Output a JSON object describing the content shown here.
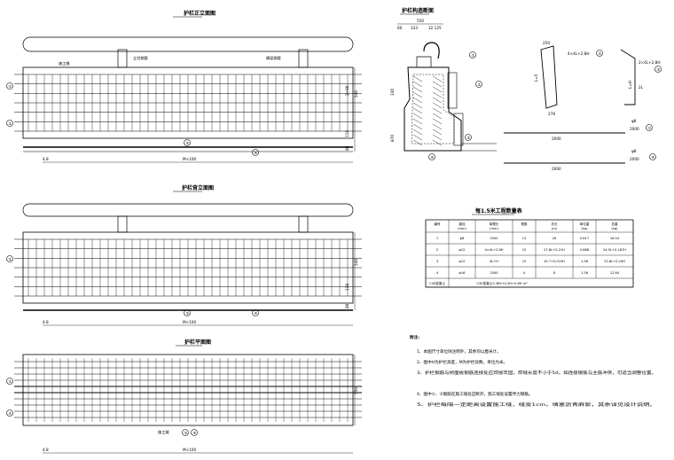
{
  "views": {
    "front_elevation": {
      "title": "护栏正立面图",
      "labels": {
        "post": "立柱钢管",
        "rail": "横梁钢管",
        "seg": "施工缝"
      },
      "circles": [
        "①",
        "②",
        "③",
        "④"
      ],
      "dims": {
        "h1": "2×90",
        "h2": "540",
        "h3": "118",
        "h4": "80",
        "left": "4.8",
        "bottom": "M×100"
      }
    },
    "side_elevation": {
      "title": "护栏背立面图",
      "circles": [
        "②",
        "③",
        "④"
      ],
      "dims": {
        "h2": "540",
        "h3": "118",
        "h4": "80",
        "left": "4.8",
        "bottom": "M×100"
      }
    },
    "plan": {
      "title": "护栏平面图",
      "circles": [
        "①",
        "②",
        "③",
        "④"
      ],
      "labels": {
        "seg": "施工缝"
      },
      "dims": {
        "h": "550",
        "left": "4.8",
        "bottom": "M×100"
      }
    },
    "section": {
      "title": "护栏构造断面",
      "dims": {
        "top": "550",
        "a": "60",
        "b": "333",
        "c": "32 125",
        "h1": "330",
        "h2": "870"
      },
      "circles": [
        "①",
        "②",
        "③",
        "④"
      ]
    },
    "rebar_details": {
      "shape1": {
        "top": "250",
        "label": "4×4L+2.8H",
        "side": "L=5",
        "bottom": "278"
      },
      "shape2": {
        "label": "2×4L+2.8H",
        "side": "L=H",
        "right": "2L"
      },
      "bar_long1": {
        "length": "2000",
        "tag": "φ8",
        "len2": "2000"
      },
      "bar_long2": {
        "length": "2000",
        "tag": "φ8",
        "len2": "2000"
      }
    }
  },
  "table": {
    "title": "每1.5米工程数量表",
    "headers": [
      "编号",
      "直径\n(mm)",
      "单根长\n(mm)",
      "根数",
      "总长\n(m)",
      "单位重\n(kg)",
      "总重\n(kg)"
    ],
    "rows": [
      [
        "1",
        "φ8",
        "2000",
        "13",
        "26",
        "0.617",
        "16.04"
      ],
      [
        "2",
        "φ12",
        "4×4L+2.8H",
        "15",
        "27.6L+0.21H",
        "0.888",
        "24.5L+0.187H"
      ],
      [
        "3",
        "φ12",
        "4L+H",
        "15",
        "15.7+0.015H",
        "1.58",
        "23.6L+0.24H"
      ],
      [
        "4",
        "φ16",
        "2000",
        "4",
        "8",
        "1.58",
        "12.64"
      ]
    ],
    "footer": [
      "C30混凝土",
      "C30混凝土0.385+0.3H+0.8H m³"
    ]
  },
  "notes": {
    "title": "附注:",
    "items": [
      "1、本图尺寸单位除注明外，其余均以厘米计。",
      "2、图中H为护栏高度，M为护栏段数，单位为米。",
      "3、护栏钢筋与桥面板钢筋连接处应焊接牢固，焊缝长度不小于5d，如连接钢筋与主筋冲突，可适当调整位置。",
      "4、图中①、②钢筋在施工缝处应断开，施工缝处设置传力钢筋。",
      "5、护栏每隔一定距离设置施工缝，缝宽1cm，填塞沥青麻絮，其余详见设计说明。"
    ]
  }
}
